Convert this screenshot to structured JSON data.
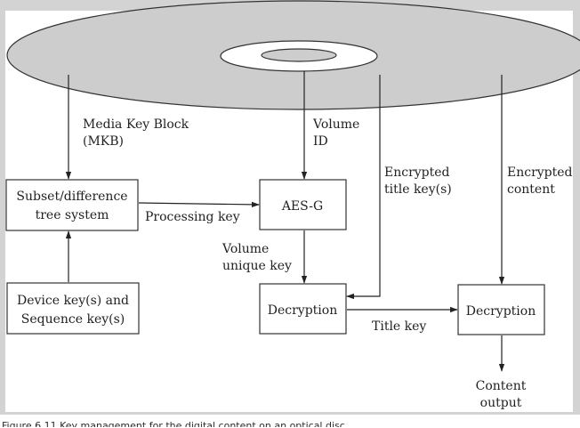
{
  "labels": {
    "mkb_line1": "Media Key Block",
    "mkb_line2": "(MKB)",
    "volume_id_line1": "Volume",
    "volume_id_line2": "ID",
    "encrypted_title_key_line1": "Encrypted",
    "encrypted_title_key_line2": "title key(s)",
    "encrypted_content_line1": "Encrypted",
    "encrypted_content_line2": "content",
    "processing_key": "Processing key",
    "volume_unique_key_line1": "Volume",
    "volume_unique_key_line2": "unique key",
    "title_key": "Title key",
    "content_output_line1": "Content",
    "content_output_line2": "output"
  },
  "boxes": {
    "subset_line1": "Subset/difference",
    "subset_line2": "tree system",
    "aes_g": "AES-G",
    "device_keys_line1": "Device key(s) and",
    "device_keys_line2": "Sequence key(s)",
    "decryption_title": "Decryption",
    "decryption_content": "Decryption"
  },
  "caption": "Figure 6.11 Key management for the digital content on an optical disc"
}
